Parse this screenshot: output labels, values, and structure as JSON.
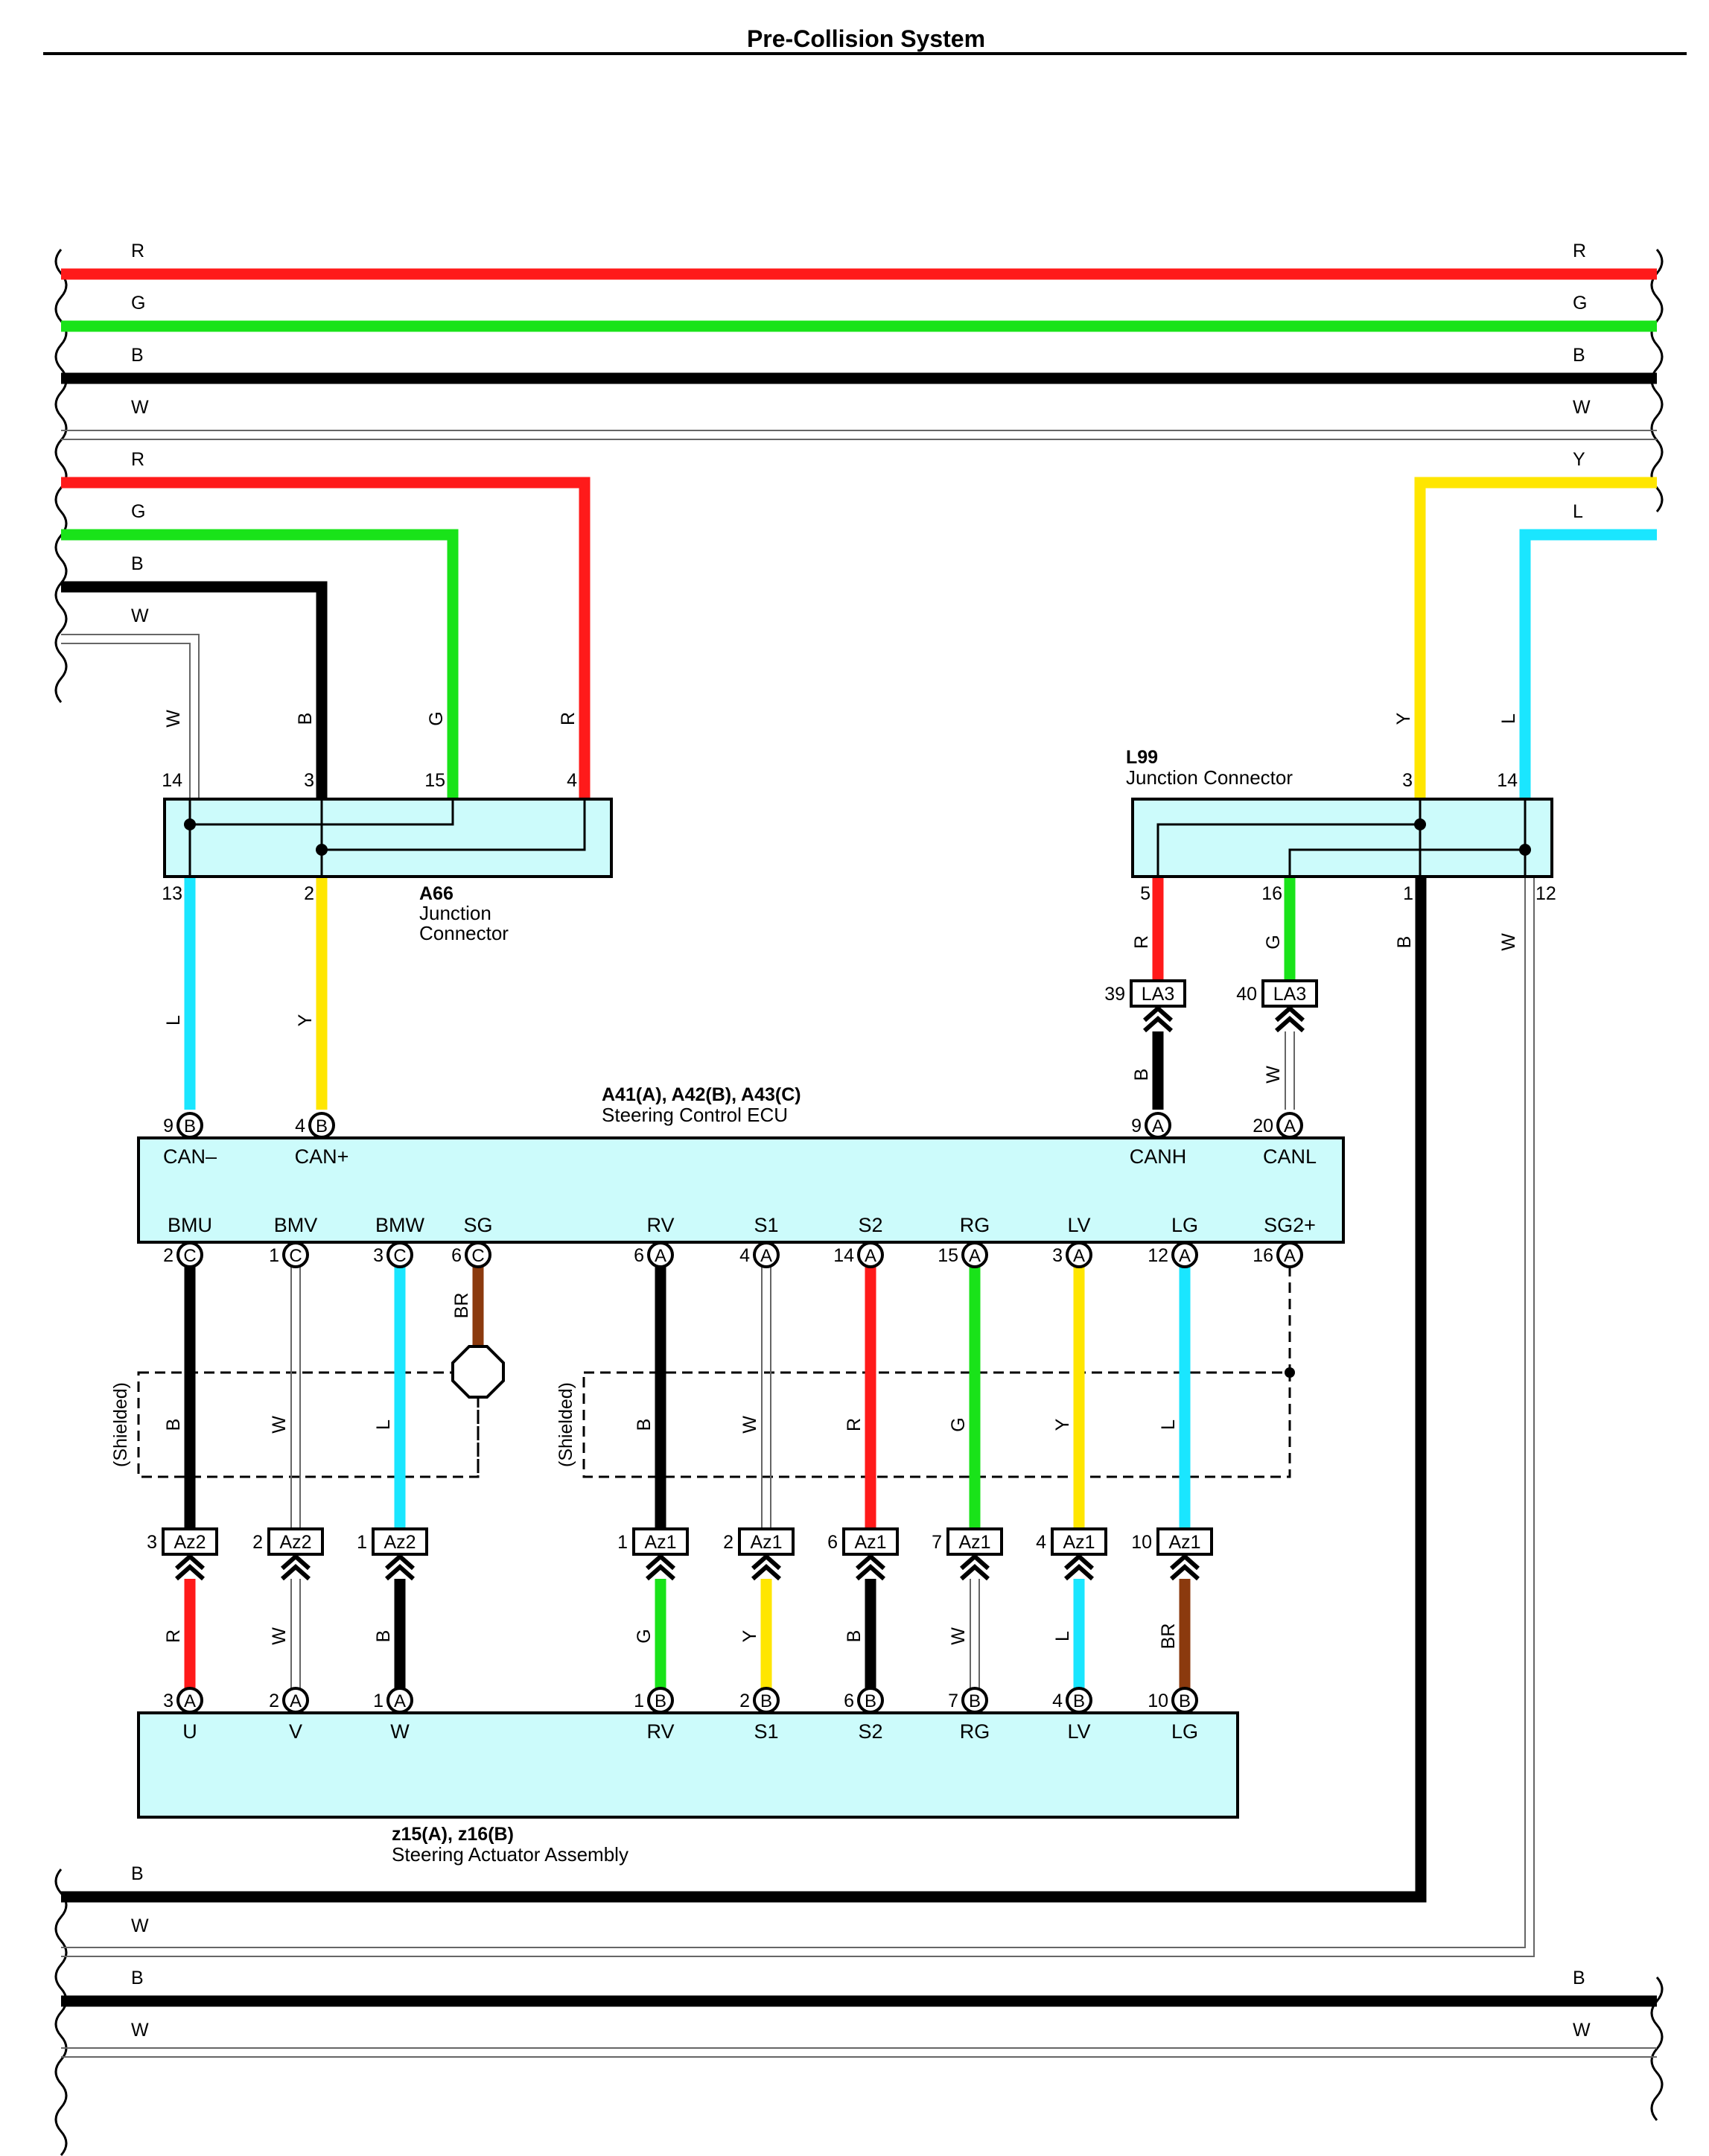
{
  "title": "Pre-Collision System",
  "colors": {
    "R": "#ff1a1a",
    "G": "#19e319",
    "B": "#000000",
    "W": "#ffffff",
    "Y": "#ffe600",
    "L": "#1ae6ff",
    "BR": "#8b3a0e",
    "box_fill": "#ccfbfb"
  },
  "wire_labels": {
    "top_left": [
      "R",
      "G",
      "B",
      "W",
      "R",
      "G",
      "B",
      "W"
    ],
    "top_right": [
      "R",
      "G",
      "B",
      "W",
      "Y",
      "L"
    ],
    "bottom_left": [
      "B",
      "W",
      "B",
      "W"
    ],
    "bottom_right": [
      "B",
      "W"
    ]
  },
  "components": {
    "a66": {
      "id": "A66",
      "name_line1": "Junction",
      "name_line2": "Connector",
      "top_pins": [
        {
          "pin": "14",
          "wire": "W"
        },
        {
          "pin": "3",
          "wire": "B"
        },
        {
          "pin": "15",
          "wire": "G"
        },
        {
          "pin": "4",
          "wire": "R"
        }
      ],
      "bottom_pins": [
        {
          "pin": "13",
          "wire": "L"
        },
        {
          "pin": "2",
          "wire": "Y"
        }
      ]
    },
    "l99": {
      "id": "L99",
      "name": "Junction Connector",
      "top_pins": [
        {
          "pin": "3",
          "wire": "Y"
        },
        {
          "pin": "14",
          "wire": "L"
        }
      ],
      "bottom_pins": [
        {
          "pin": "5",
          "wire": "R"
        },
        {
          "pin": "16",
          "wire": "G"
        },
        {
          "pin": "1",
          "wire": "B"
        },
        {
          "pin": "12",
          "wire": "W"
        }
      ]
    },
    "ecu": {
      "id": "A41(A), A42(B), A43(C)",
      "name": "Steering Control ECU",
      "top_terminals": [
        {
          "pin": "9",
          "conn": "B",
          "signal": "CAN–",
          "wire": "L"
        },
        {
          "pin": "4",
          "conn": "B",
          "signal": "CAN+",
          "wire": "Y"
        },
        {
          "pin": "9",
          "conn": "A",
          "signal": "CANH",
          "wire": "B"
        },
        {
          "pin": "20",
          "conn": "A",
          "signal": "CANL",
          "wire": "W"
        }
      ],
      "bottom_terminals": [
        {
          "pin": "2",
          "conn": "C",
          "signal": "BMU",
          "wire": "B"
        },
        {
          "pin": "1",
          "conn": "C",
          "signal": "BMV",
          "wire": "W"
        },
        {
          "pin": "3",
          "conn": "C",
          "signal": "BMW",
          "wire": "L"
        },
        {
          "pin": "6",
          "conn": "C",
          "signal": "SG",
          "wire": "BR"
        },
        {
          "pin": "6",
          "conn": "A",
          "signal": "RV",
          "wire": "B"
        },
        {
          "pin": "4",
          "conn": "A",
          "signal": "S1",
          "wire": "W"
        },
        {
          "pin": "14",
          "conn": "A",
          "signal": "S2",
          "wire": "R"
        },
        {
          "pin": "15",
          "conn": "A",
          "signal": "RG",
          "wire": "G"
        },
        {
          "pin": "3",
          "conn": "A",
          "signal": "LV",
          "wire": "Y"
        },
        {
          "pin": "12",
          "conn": "A",
          "signal": "LG",
          "wire": "L"
        },
        {
          "pin": "16",
          "conn": "A",
          "signal": "SG2+",
          "wire": ""
        }
      ]
    },
    "actuator": {
      "id": "z15(A), z16(B)",
      "name": "Steering Actuator Assembly",
      "terminals": [
        {
          "pin": "3",
          "conn": "A",
          "signal": "U",
          "wire": "R"
        },
        {
          "pin": "2",
          "conn": "A",
          "signal": "V",
          "wire": "W"
        },
        {
          "pin": "1",
          "conn": "A",
          "signal": "W",
          "wire": "B"
        },
        {
          "pin": "1",
          "conn": "B",
          "signal": "RV",
          "wire": "G"
        },
        {
          "pin": "2",
          "conn": "B",
          "signal": "S1",
          "wire": "Y"
        },
        {
          "pin": "6",
          "conn": "B",
          "signal": "S2",
          "wire": "B"
        },
        {
          "pin": "7",
          "conn": "B",
          "signal": "RG",
          "wire": "W"
        },
        {
          "pin": "4",
          "conn": "B",
          "signal": "LV",
          "wire": "L"
        },
        {
          "pin": "10",
          "conn": "B",
          "signal": "LG",
          "wire": "BR"
        }
      ]
    }
  },
  "inline_connectors": {
    "la3": [
      {
        "pin": "39",
        "label": "LA3",
        "wire_above": "R",
        "wire_below": "B"
      },
      {
        "pin": "40",
        "label": "LA3",
        "wire_above": "G",
        "wire_below": "W"
      }
    ],
    "az": [
      {
        "pin": "3",
        "label": "Az2",
        "wire_below": "R"
      },
      {
        "pin": "2",
        "label": "Az2",
        "wire_below": "W"
      },
      {
        "pin": "1",
        "label": "Az2",
        "wire_below": "B"
      },
      {
        "pin": "1",
        "label": "Az1",
        "wire_below": "G"
      },
      {
        "pin": "2",
        "label": "Az1",
        "wire_below": "Y"
      },
      {
        "pin": "6",
        "label": "Az1",
        "wire_below": "B"
      },
      {
        "pin": "7",
        "label": "Az1",
        "wire_below": "W"
      },
      {
        "pin": "4",
        "label": "Az1",
        "wire_below": "L"
      },
      {
        "pin": "10",
        "label": "Az1",
        "wire_below": "BR"
      }
    ]
  },
  "shield_labels": [
    "(Shielded)",
    "(Shielded)"
  ]
}
